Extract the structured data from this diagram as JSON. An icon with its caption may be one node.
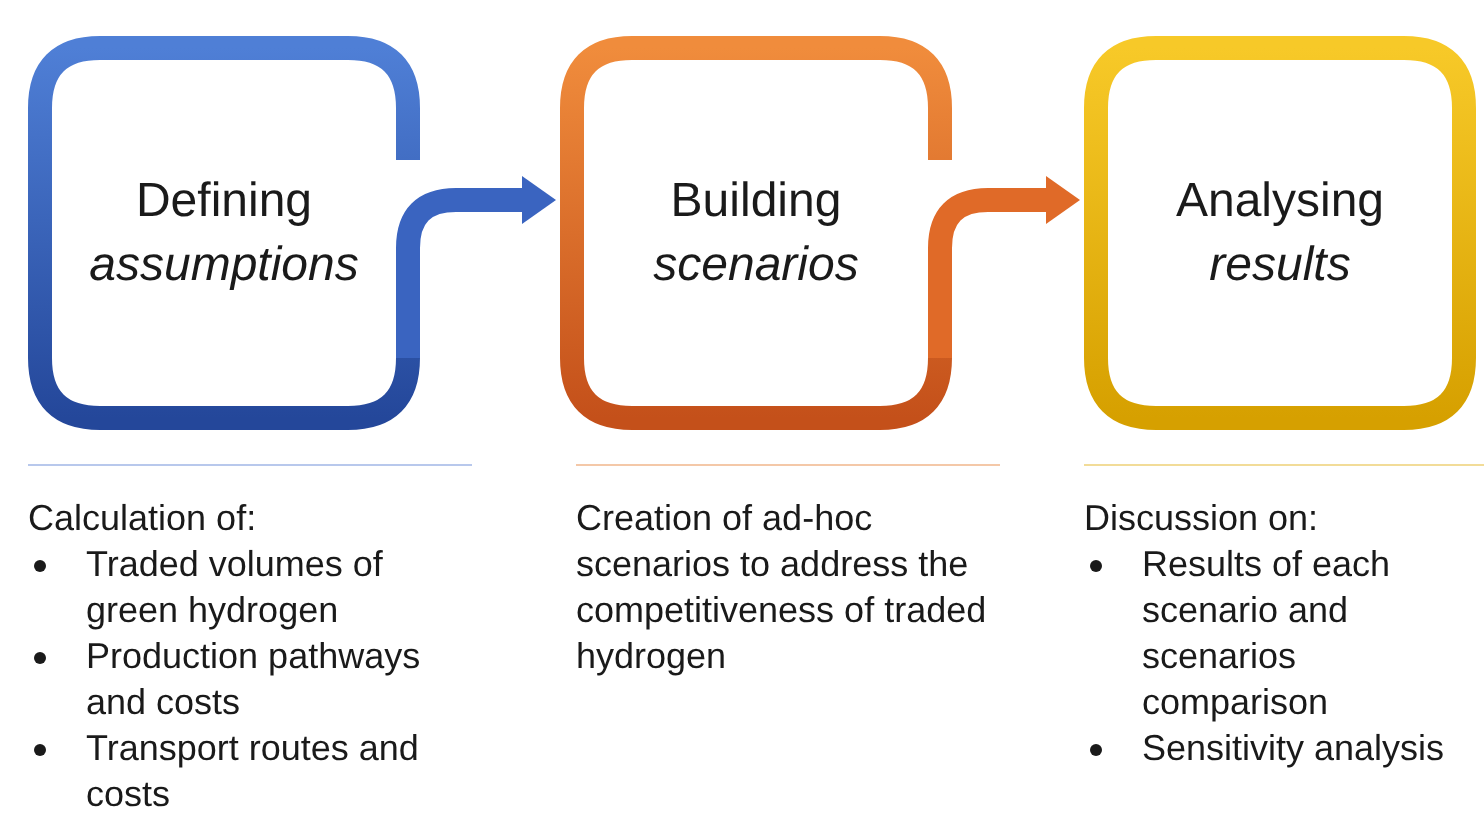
{
  "diagram": {
    "nodes": [
      {
        "text": [
          "Defining",
          "assumptions"
        ],
        "beside": [
          "Calculation of:",
          "Traded volumes of green hydrogen",
          "Production pathways and costs",
          "Transport routes and costs"
        ]
      },
      {
        "text": [
          "Building",
          "scenarios"
        ],
        "beside": [
          "Creation of ad-hoc scenarios to address the competitiveness of traded hydrogen"
        ]
      },
      {
        "text": [
          "Analysing",
          "results"
        ],
        "beside": [
          "Discussion on:",
          "Results of each scenario and scenarios comparison",
          "Sensitivity analysis"
        ]
      }
    ],
    "edges": [
      {
        "from": 0,
        "to": 1,
        "arrow": "to",
        "color": "#3a64c0"
      },
      {
        "from": 1,
        "to": 2,
        "arrow": "to",
        "color": "#e06a28"
      }
    ]
  }
}
